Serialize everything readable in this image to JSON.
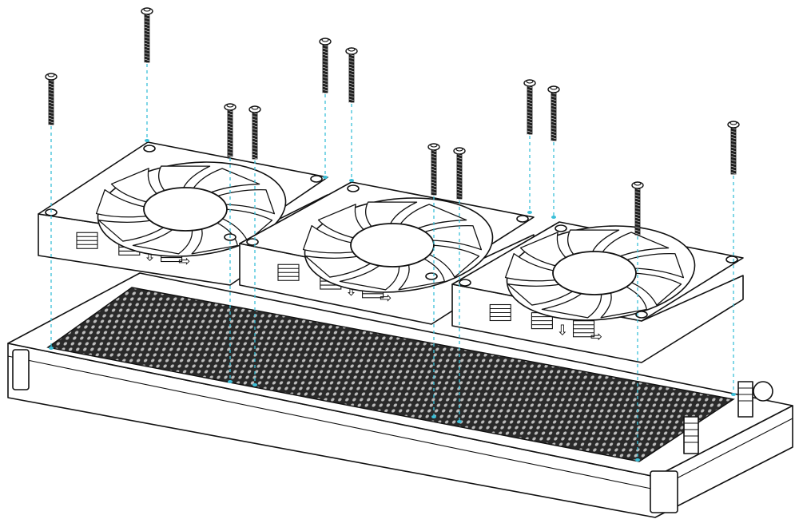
{
  "diagram": {
    "kind": "exploded-assembly",
    "components": {
      "radiator": {
        "fin_pattern": "hex-mesh",
        "fittings": 2
      },
      "fans": {
        "count": 3,
        "blades_per_fan": 9,
        "airflow_markers": [
          "⇩",
          "⇨"
        ]
      },
      "screws": {
        "count": 12
      }
    },
    "colors": {
      "line": "#111111",
      "guide": "#3bbfd8",
      "background": "#ffffff"
    }
  }
}
